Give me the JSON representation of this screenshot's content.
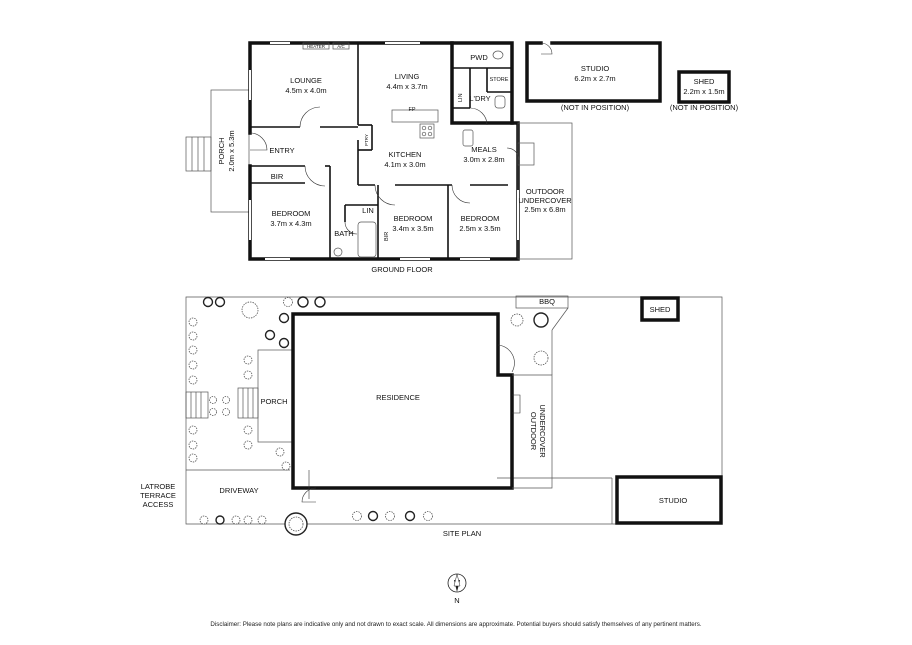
{
  "floor_plan": {
    "title": "GROUND FLOOR",
    "rooms": {
      "lounge": {
        "name": "LOUNGE",
        "dims": "4.5m x 4.0m"
      },
      "living": {
        "name": "LIVING",
        "dims": "4.4m x 3.7m"
      },
      "kitchen": {
        "name": "KITCHEN",
        "dims": "4.1m x 3.0m"
      },
      "meals": {
        "name": "MEALS",
        "dims": "3.0m x 2.8m"
      },
      "bedroom1": {
        "name": "BEDROOM",
        "dims": "3.7m x 4.3m"
      },
      "bedroom2": {
        "name": "BEDROOM",
        "dims": "3.4m x 3.5m"
      },
      "bedroom3": {
        "name": "BEDROOM",
        "dims": "2.5m x 3.5m"
      },
      "porch": {
        "name": "PORCH",
        "dims": "2.0m x 5.3m"
      },
      "outdoor": {
        "line1": "OUTDOOR",
        "line2": "UNDERCOVER",
        "dims": "2.5m x 6.8m"
      },
      "studio": {
        "name": "STUDIO",
        "dims": "6.2m x 2.7m",
        "note": "(NOT IN POSITION)"
      },
      "shed": {
        "name": "SHED",
        "dims": "2.2m x 1.5m",
        "note": "(NOT IN POSITION)"
      }
    },
    "small_labels": {
      "entry": "ENTRY",
      "bir1": "BIR",
      "bir2": "BIR",
      "bath": "BATH",
      "lin1": "LIN",
      "lin2": "LIN",
      "pwd": "PWD",
      "store": "STORE",
      "ldry": "L'DRY",
      "ptry": "PTRY",
      "fp": "FP",
      "heater": "HEATER",
      "ac": "A/C"
    }
  },
  "site_plan": {
    "title": "SITE PLAN",
    "residence": "RESIDENCE",
    "porch": "PORCH",
    "outdoor_line1": "OUTDOOR",
    "outdoor_line2": "UNDERCOVER",
    "studio": "STUDIO",
    "shed": "SHED",
    "bbq": "BBQ",
    "driveway": "DRIVEWAY",
    "access_line1": "LATROBE",
    "access_line2": "TERRACE",
    "access_line3": "ACCESS"
  },
  "compass": {
    "label": "N"
  },
  "disclaimer": "Disclaimer: Please note plans are indicative only and not drawn to exact scale. All dimensions are approximate. Potential buyers should satisfy themselves of any pertinent matters."
}
